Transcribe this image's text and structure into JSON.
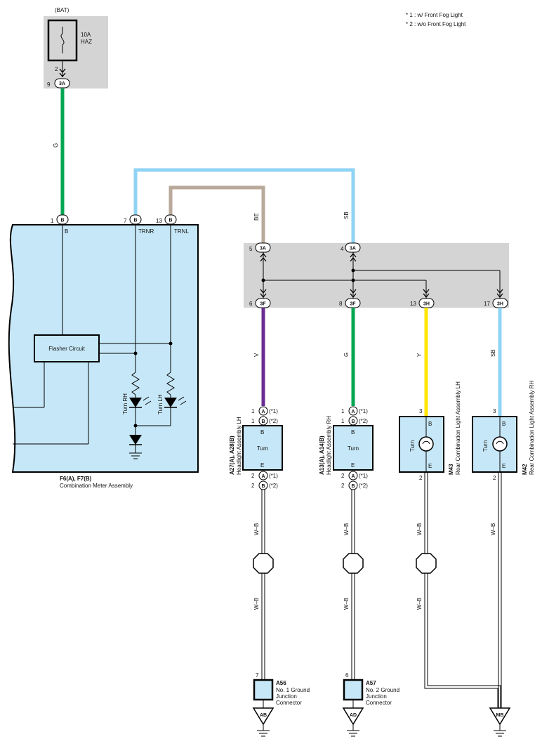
{
  "notes": [
    "* 1 : w/ Front Fog Light",
    "* 2 : w/o Front Fog Light"
  ],
  "colors": {
    "green": "#00a651",
    "light_blue": "#8fd3f4",
    "tan": "#b8a99a",
    "violet": "#6b2d91",
    "yellow": "#ffe500",
    "panel_blue": "#c6e7f7",
    "junction_gray": "#d4d4d4"
  },
  "fuse": {
    "source": "(BAT)",
    "rating": "10A",
    "name": "HAZ",
    "pin_bottom": "2",
    "conn_pin": "9",
    "conn": "3A"
  },
  "wires": {
    "g_fuse": "G",
    "be": "BE",
    "sb_top": "SB",
    "v": "V",
    "g_rh": "G",
    "y": "Y",
    "sb_rh": "SB",
    "wb": "W–B"
  },
  "meter": {
    "pins": [
      {
        "num": "1",
        "conn": "B",
        "label": "B"
      },
      {
        "num": "7",
        "conn": "B",
        "label": "TRNR"
      },
      {
        "num": "13",
        "conn": "B",
        "label": "TRNL"
      }
    ],
    "flasher": "Flasher Circuit",
    "turn_rh": "Turn RH",
    "turn_lh": "Turn LH",
    "code": "F6(A), F7(B)",
    "name": "Combination Meter Assembly"
  },
  "junction": {
    "top": [
      {
        "num": "5",
        "conn": "3A"
      },
      {
        "num": "4",
        "conn": "3A"
      }
    ],
    "bottom": [
      {
        "num": "6",
        "conn": "3F"
      },
      {
        "num": "8",
        "conn": "3F"
      },
      {
        "num": "13",
        "conn": "3H"
      },
      {
        "num": "17",
        "conn": "3H"
      }
    ]
  },
  "headlights": [
    {
      "code": "A27(A), A28(B)",
      "name": "Headlight Assembly LH",
      "box": "Turn",
      "in_label": "B",
      "out_label": "E",
      "pins_in": [
        {
          "num": "1",
          "conn": "A",
          "note": "(*1)"
        },
        {
          "num": "1",
          "conn": "B",
          "note": "(*2)"
        }
      ],
      "pins_out": [
        {
          "num": "2",
          "conn": "A",
          "note": "(*1)"
        },
        {
          "num": "2",
          "conn": "B",
          "note": "(*2)"
        }
      ]
    },
    {
      "code": "A13(A), A14(B)",
      "name": "Headlight Assembly RH",
      "box": "Turn",
      "in_label": "B",
      "out_label": "E",
      "pins_in": [
        {
          "num": "1",
          "conn": "A",
          "note": "(*1)"
        },
        {
          "num": "1",
          "conn": "B",
          "note": "(*2)"
        }
      ],
      "pins_out": [
        {
          "num": "2",
          "conn": "A",
          "note": "(*1)"
        },
        {
          "num": "2",
          "conn": "B",
          "note": "(*2)"
        }
      ]
    }
  ],
  "rear_lights": [
    {
      "code": "M43",
      "name": "Rear Combination Light Assembly LH",
      "box": "Turn",
      "pin_in": "3",
      "pin_out": "2",
      "in_label": "B",
      "out_label": "E"
    },
    {
      "code": "M42",
      "name": "Rear Combination Light Assembly RH",
      "box": "Turn",
      "pin_in": "3",
      "pin_out": "2",
      "in_label": "B",
      "out_label": "E"
    }
  ],
  "ground_junctions": [
    {
      "pin": "7",
      "code": "A56",
      "name_lines": [
        "No.  1 Ground",
        "Junction",
        "Connector"
      ],
      "ground": "AB"
    },
    {
      "pin": "6",
      "code": "A57",
      "name_lines": [
        "No.  2 Ground",
        "Junction",
        "Connector"
      ],
      "ground": "AD"
    }
  ],
  "ground_mb": "MB"
}
